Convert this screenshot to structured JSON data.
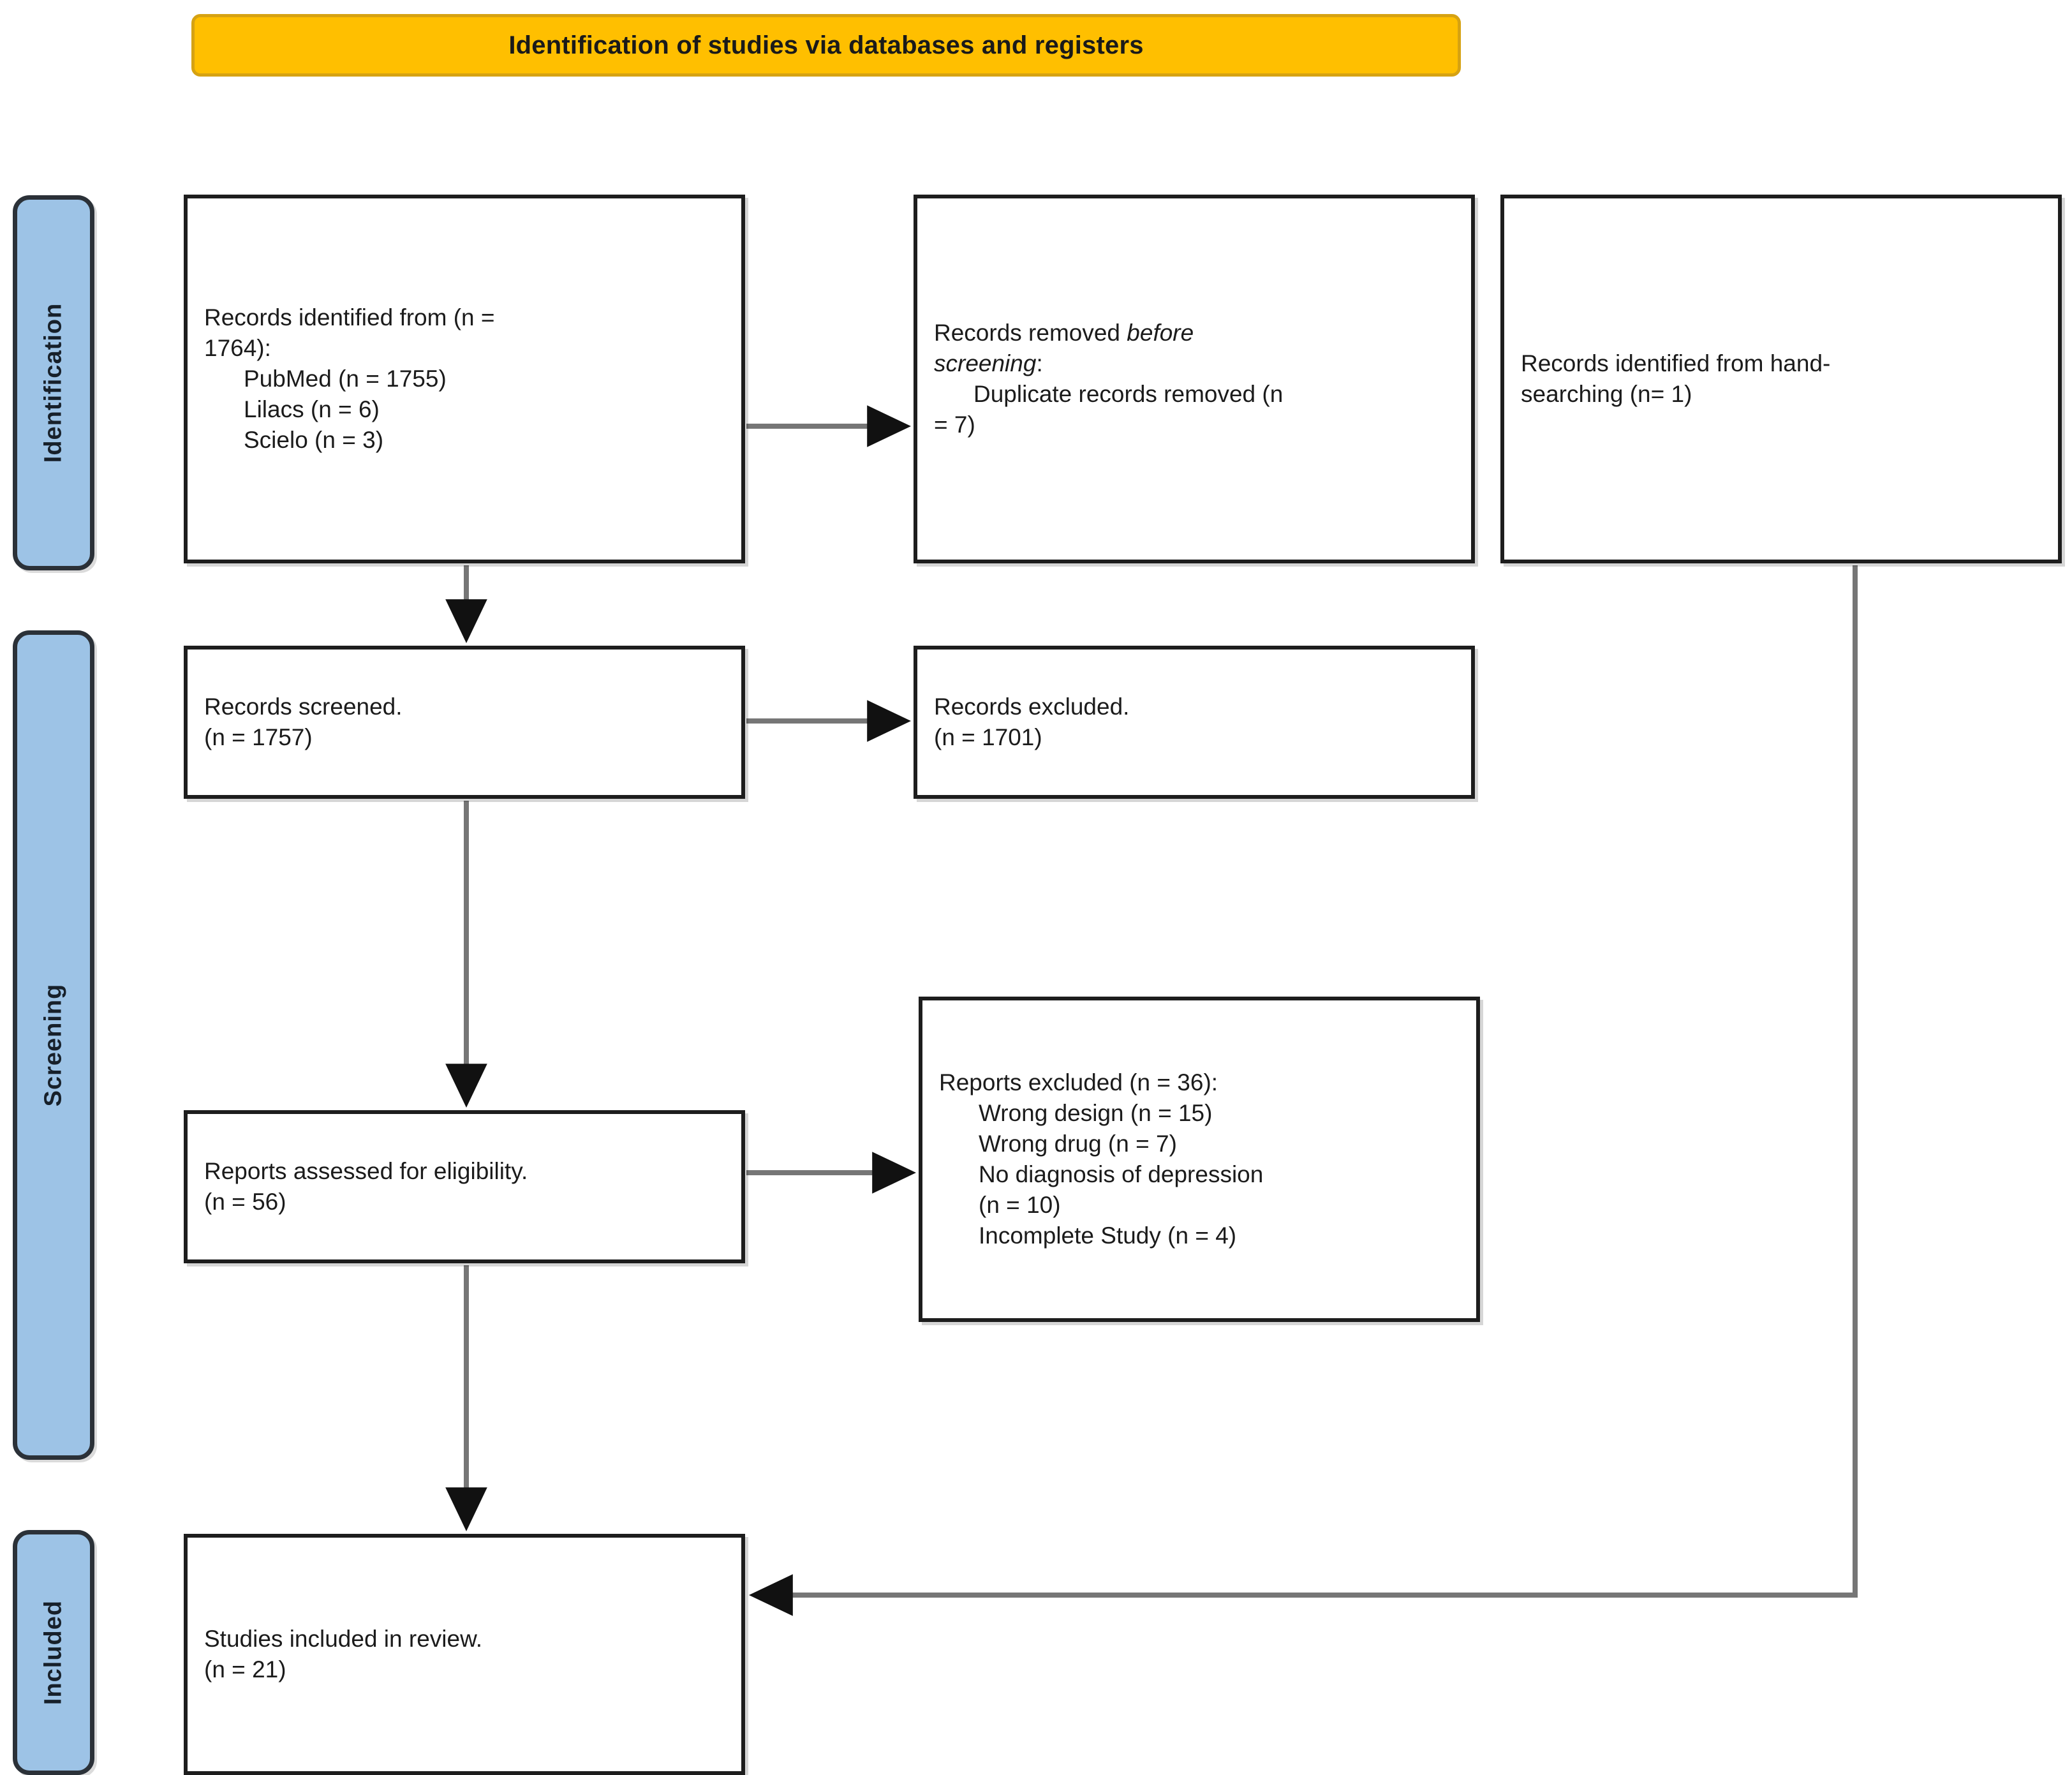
{
  "header": {
    "title": "Identification of studies via databases and registers",
    "background_color": "#FFBF00",
    "border_color": "#D6A212"
  },
  "stages": [
    {
      "key": "identification",
      "label": "Identification"
    },
    {
      "key": "screening",
      "label": "Screening"
    },
    {
      "key": "included",
      "label": "Included"
    }
  ],
  "stage_color": "#9DC3E6",
  "boxes": {
    "identified": {
      "line1": "Records identified from (n =",
      "line2": "1764):",
      "item1": "PubMed (n = 1755)",
      "item2": "Lilacs (n = 6)",
      "item3": "Scielo (n = 3)"
    },
    "removed": {
      "line1_plain": "Records removed ",
      "line1_italic": "before",
      "line2_italic": "screening",
      "line2_plain": ":",
      "item1": "Duplicate records removed (n",
      "item1_cont": "= 7)"
    },
    "handsearch": {
      "line1": "Records identified from hand-",
      "line2": "searching (n= 1)"
    },
    "screened": {
      "line1": "Records screened.",
      "line2": "(n = 1757)"
    },
    "excluded": {
      "line1": "Records excluded.",
      "line2": "(n = 1701)"
    },
    "eligibility": {
      "line1": "Reports assessed for eligibility.",
      "line2": "(n = 56)"
    },
    "reports_excluded": {
      "line1": "Reports excluded (n = 36):",
      "item1": "Wrong design (n = 15)",
      "item2": "Wrong drug (n = 7)",
      "item3": "No diagnosis of depression",
      "item4": "(n = 10)",
      "item5": "Incomplete Study (n = 4)"
    },
    "included": {
      "line1": "Studies included in review.",
      "line2": "(n = 21)"
    }
  },
  "chart_data": {
    "type": "diagram",
    "diagram_type": "PRISMA 2020 flow diagram",
    "title": "Identification of studies via databases and registers",
    "nodes": [
      {
        "id": "identified",
        "stage": "Identification",
        "label": "Records identified from",
        "n": 1764,
        "breakdown": [
          {
            "source": "PubMed",
            "n": 1755
          },
          {
            "source": "Lilacs",
            "n": 6
          },
          {
            "source": "Scielo",
            "n": 3
          }
        ]
      },
      {
        "id": "removed",
        "stage": "Identification",
        "label": "Records removed before screening",
        "breakdown": [
          {
            "reason": "Duplicate records removed",
            "n": 7
          }
        ]
      },
      {
        "id": "handsearch",
        "stage": "Identification",
        "label": "Records identified from hand-searching",
        "n": 1
      },
      {
        "id": "screened",
        "stage": "Screening",
        "label": "Records screened",
        "n": 1757
      },
      {
        "id": "excluded",
        "stage": "Screening",
        "label": "Records excluded",
        "n": 1701
      },
      {
        "id": "eligibility",
        "stage": "Screening",
        "label": "Reports assessed for eligibility",
        "n": 56
      },
      {
        "id": "reports_excluded",
        "stage": "Screening",
        "label": "Reports excluded",
        "n": 36,
        "breakdown": [
          {
            "reason": "Wrong design",
            "n": 15
          },
          {
            "reason": "Wrong drug",
            "n": 7
          },
          {
            "reason": "No diagnosis of depression",
            "n": 10
          },
          {
            "reason": "Incomplete Study",
            "n": 4
          }
        ]
      },
      {
        "id": "included",
        "stage": "Included",
        "label": "Studies included in review",
        "n": 21
      }
    ],
    "edges": [
      {
        "from": "identified",
        "to": "removed",
        "direction": "right"
      },
      {
        "from": "identified",
        "to": "screened",
        "direction": "down"
      },
      {
        "from": "screened",
        "to": "excluded",
        "direction": "right"
      },
      {
        "from": "screened",
        "to": "eligibility",
        "direction": "down"
      },
      {
        "from": "eligibility",
        "to": "reports_excluded",
        "direction": "right"
      },
      {
        "from": "eligibility",
        "to": "included",
        "direction": "down"
      },
      {
        "from": "handsearch",
        "to": "included",
        "direction": "down-then-left"
      }
    ]
  }
}
